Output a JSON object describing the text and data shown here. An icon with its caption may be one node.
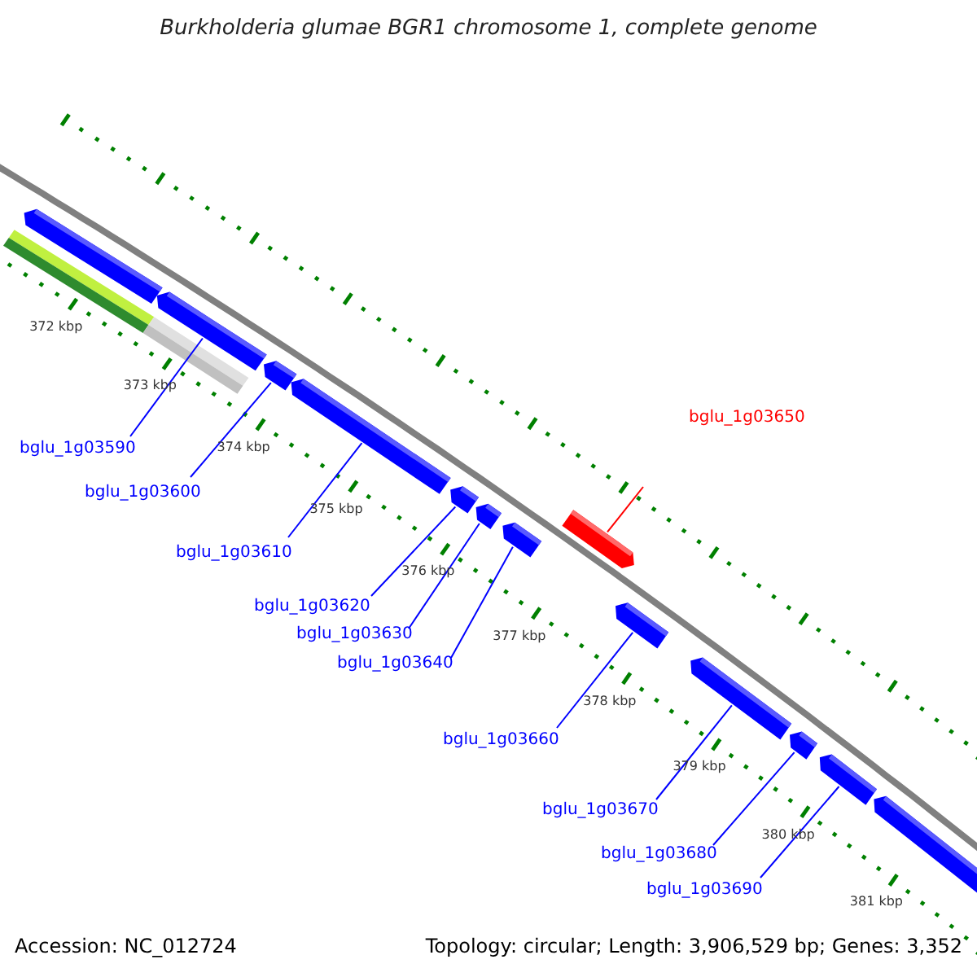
{
  "diagram": {
    "title": "Burkholderia glumae BGR1 chromosome 1, complete genome",
    "nodes": [
      {
        "text": [
          "bglu_1g03650"
        ]
      },
      {
        "text": [
          "bglu_1g03590"
        ]
      },
      {
        "text": [
          "bglu_1g03600"
        ]
      },
      {
        "text": [
          "bglu_1g03610"
        ]
      },
      {
        "text": [
          "bglu_1g03620"
        ]
      },
      {
        "text": [
          "bglu_1g03630"
        ]
      },
      {
        "text": [
          "bglu_1g03640"
        ]
      },
      {
        "text": [
          "bglu_1g03660"
        ]
      },
      {
        "text": [
          "bglu_1g03670"
        ]
      },
      {
        "text": [
          "bglu_1g03680"
        ]
      },
      {
        "text": [
          "bglu_1g03690"
        ]
      },
      {
        "text": [],
        "shape": "arrow"
      },
      {
        "text": [],
        "shape": "arrow"
      },
      {
        "text": [],
        "shape": "arrow"
      },
      {
        "text": [],
        "shape": "arrow"
      },
      {
        "text": [],
        "shape": "arrow"
      },
      {
        "text": [],
        "shape": "arrow"
      },
      {
        "text": [],
        "shape": "arrow"
      },
      {
        "text": [],
        "shape": "arrow"
      },
      {
        "text": [],
        "shape": "arrow"
      },
      {
        "text": [],
        "shape": "arrow"
      },
      {
        "text": [],
        "shape": "arrow"
      },
      {
        "text": [],
        "shape": "arrow"
      },
      {
        "text": [],
        "shape": "arrow"
      }
    ],
    "edges": [
      {
        "from": 0,
        "to": 18,
        "arrow": "none",
        "color": "#ff0000"
      },
      {
        "from": 1,
        "to": 12,
        "arrow": "none"
      },
      {
        "from": 2,
        "to": 13,
        "arrow": "none"
      },
      {
        "from": 3,
        "to": 14,
        "arrow": "none"
      },
      {
        "from": 4,
        "to": 15,
        "arrow": "none"
      },
      {
        "from": 5,
        "to": 16,
        "arrow": "none"
      },
      {
        "from": 6,
        "to": 17,
        "arrow": "none"
      },
      {
        "from": 7,
        "to": 19,
        "arrow": "none"
      },
      {
        "from": 8,
        "to": 20,
        "arrow": "none"
      },
      {
        "from": 9,
        "to": 21,
        "arrow": "none"
      },
      {
        "from": 10,
        "to": 22,
        "arrow": "none"
      }
    ],
    "labels": [
      "372 kbp",
      "373 kbp",
      "374 kbp",
      "375 kbp",
      "376 kbp",
      "377 kbp",
      "378 kbp",
      "379 kbp",
      "380 kbp",
      "381 kbp",
      "Accession: NC_012724",
      "Topology: circular; Length: 3,906,529 bp; Genes: 3,352"
    ]
  }
}
